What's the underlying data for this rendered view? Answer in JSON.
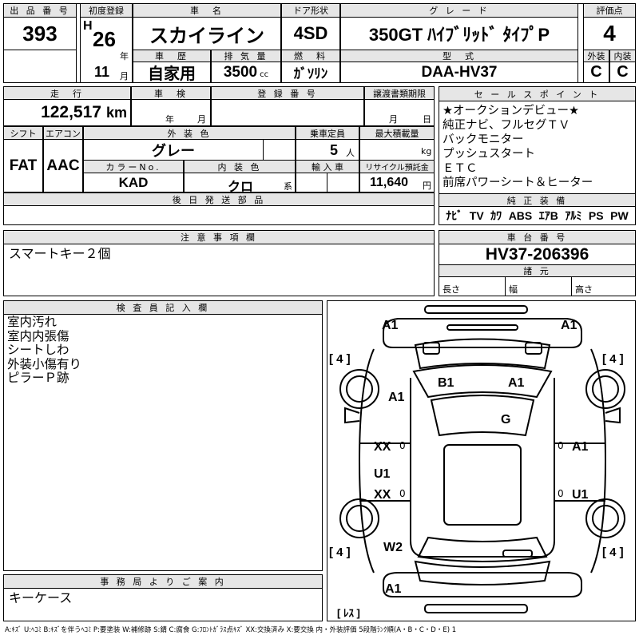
{
  "header": {
    "lot_label": "出 品 番 号",
    "lot_no": "393",
    "first_reg_label": "初度登録",
    "era": "H",
    "year": "26",
    "year_unit": "年",
    "month": "11",
    "month_unit": "月",
    "car_name_label": "車　名",
    "car_name": "スカイライン",
    "door_label": "ドア形状",
    "door": "4SD",
    "grade_label": "グ レ ー ド",
    "grade": "350GT ﾊｲﾌﾞﾘｯﾄﾞ ﾀｲﾌﾟP",
    "score_label": "評価点",
    "score": "4",
    "history_label": "車　歴",
    "history": "自家用",
    "displacement_label": "排 気 量",
    "displacement": "3500",
    "displacement_unit": "cc",
    "fuel_label": "燃　料",
    "fuel": "ｶﾞｿﾘﾝ",
    "model_label": "型　式",
    "model": "DAA-HV37",
    "ext_label": "外装",
    "ext": "C",
    "int_label": "内装",
    "int": "C"
  },
  "spec": {
    "mileage_label": "走　行",
    "mileage": "122,517",
    "mileage_unit": "km",
    "inspection_label": "車　検",
    "insp_year": "年",
    "insp_month": "月",
    "reg_label": "登 録 番 号",
    "transfer_label": "譲渡書類期限",
    "transfer_month": "月",
    "transfer_day": "日",
    "shift_label": "シフト",
    "shift": "FAT",
    "ac_label": "エアコン",
    "ac": "AAC",
    "color_label": "外 装 色",
    "color": "グレー",
    "seats_label": "乗車定員",
    "seats": "5",
    "seats_unit": "人",
    "load_label": "最大積載量",
    "load_unit": "kg",
    "color_no_label": "カラーNo.",
    "color_no": "KAD",
    "int_color_label": "内 装 色",
    "int_color": "クロ",
    "int_color_unit": "系",
    "import_label": "輸 入 車",
    "recycle_label": "リサイクル預託金",
    "recycle": "11,640",
    "recycle_unit": "円",
    "later_label": "後 日 発 送 部 品"
  },
  "sales": {
    "label": "セ ー ル ス ポ イ ン ト",
    "points": [
      "★オークションデビュー★",
      "純正ナビ、フルセグＴＶ",
      "バックモニター",
      "プッシュスタート",
      "ＥＴＣ",
      "前席パワーシート＆ヒーター"
    ]
  },
  "equipment": {
    "label": "純 正 装 備",
    "items": [
      "ﾅﾋﾞ",
      "TV",
      "ｶﾜ",
      "ABS",
      "ｴｱB",
      "ｱﾙﾐ",
      "PS",
      "PW"
    ]
  },
  "notes": {
    "label": "注 意 事 項 欄",
    "text": "スマートキー２個"
  },
  "chassis": {
    "label": "車 台 番 号",
    "value": "HV37-206396",
    "spec_label": "諸 元",
    "length": "長さ",
    "width": "幅",
    "height": "高さ"
  },
  "inspector": {
    "label": "検 査 員 記 入 欄",
    "lines": [
      "室内汚れ",
      "室内内張傷",
      "シートしわ",
      "外装小傷有り",
      "ピラーＰ跡"
    ]
  },
  "office": {
    "label": "事 務 局 よ り ご 案 内",
    "text": "キーケース"
  },
  "diagram": {
    "marks": [
      "A1",
      "A1",
      "A1",
      "B1",
      "A1",
      "G",
      "XX",
      "A1",
      "U1",
      "XX",
      "U1",
      "W2",
      "A1"
    ],
    "zeros": [
      "0",
      "0",
      "0",
      "0"
    ],
    "tires": [
      "[ 4 ]",
      "[ 4 ]",
      "[ 4 ]",
      "[ 4 ]"
    ],
    "spare": "[ ﾚｽ ]"
  },
  "legend": "A:ｷｽﾞ U:ﾍｺﾐ B:ｷｽﾞを伴うﾍｺﾐ P:要塗装 W:補修跡 S:錆 C:腐食 G:ﾌﾛﾝﾄｶﾞﾗｽ点ｷｽﾞ XX:交換済み X:要交換 内・外装評価 5段階ﾗﾝｸ順(A・B・C・D・E) 1"
}
